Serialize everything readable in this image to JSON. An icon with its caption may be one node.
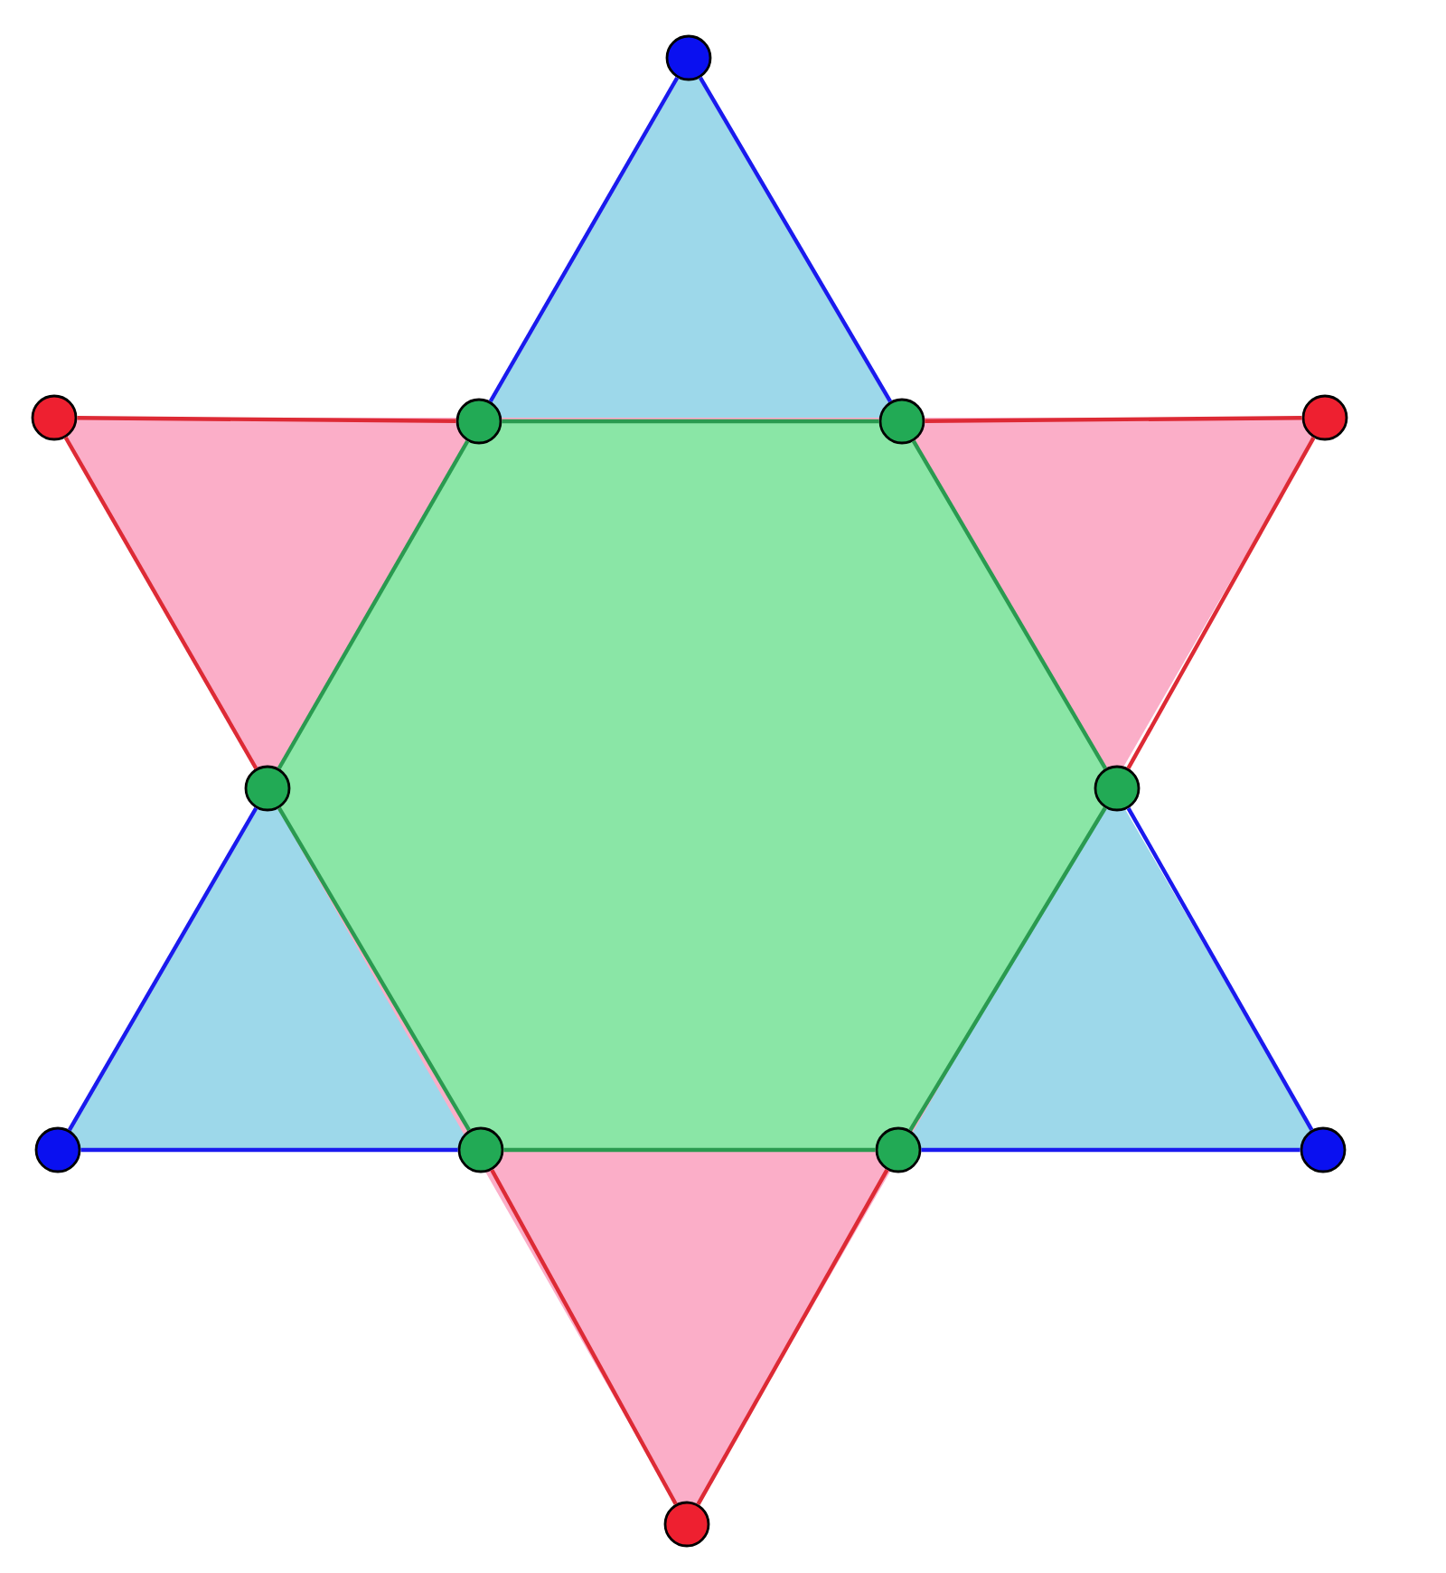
{
  "diagram": {
    "nodes": [
      {
        "text": [],
        "shape": "circle"
      },
      {
        "text": [],
        "shape": "circle"
      },
      {
        "text": [],
        "shape": "circle"
      },
      {
        "text": [],
        "shape": "circle"
      },
      {
        "text": [],
        "shape": "circle"
      },
      {
        "text": [],
        "shape": "circle"
      },
      {
        "text": [],
        "shape": "circle"
      },
      {
        "text": [],
        "shape": "circle"
      },
      {
        "text": [],
        "shape": "circle"
      },
      {
        "text": [],
        "shape": "circle"
      },
      {
        "text": [],
        "shape": "circle"
      },
      {
        "text": [],
        "shape": "circle"
      }
    ],
    "edges": [
      {
        "from": 0,
        "to": 2,
        "arrow": "none",
        "color": "#1a1aee"
      },
      {
        "from": 0,
        "to": 3,
        "arrow": "none",
        "color": "#1a1aee"
      },
      {
        "from": 1,
        "to": 2,
        "arrow": "none",
        "color": "#dd2a35"
      },
      {
        "from": 2,
        "to": 3,
        "arrow": "none",
        "color": "#2a9a50"
      },
      {
        "from": 3,
        "to": 4,
        "arrow": "none",
        "color": "#dd2a35"
      },
      {
        "from": 2,
        "to": 5,
        "arrow": "none",
        "color": "#2a9a50"
      },
      {
        "from": 3,
        "to": 6,
        "arrow": "none",
        "color": "#2a9a50"
      },
      {
        "from": 1,
        "to": 5,
        "arrow": "none",
        "color": "#dd2a35"
      },
      {
        "from": 4,
        "to": 6,
        "arrow": "none",
        "color": "#dd2a35"
      },
      {
        "from": 5,
        "to": 7,
        "arrow": "none",
        "color": "#1a1aee"
      },
      {
        "from": 5,
        "to": 8,
        "arrow": "none",
        "color": "#2a9a50"
      },
      {
        "from": 6,
        "to": 9,
        "arrow": "none",
        "color": "#2a9a50"
      },
      {
        "from": 6,
        "to": 10,
        "arrow": "none",
        "color": "#1a1aee"
      },
      {
        "from": 7,
        "to": 8,
        "arrow": "none",
        "color": "#1a1aee"
      },
      {
        "from": 8,
        "to": 9,
        "arrow": "none",
        "color": "#2a9a50"
      },
      {
        "from": 9,
        "to": 10,
        "arrow": "none",
        "color": "#1a1aee"
      },
      {
        "from": 8,
        "to": 11,
        "arrow": "none",
        "color": "#dd2a35"
      },
      {
        "from": 9,
        "to": 11,
        "arrow": "none",
        "color": "#dd2a35"
      }
    ]
  }
}
